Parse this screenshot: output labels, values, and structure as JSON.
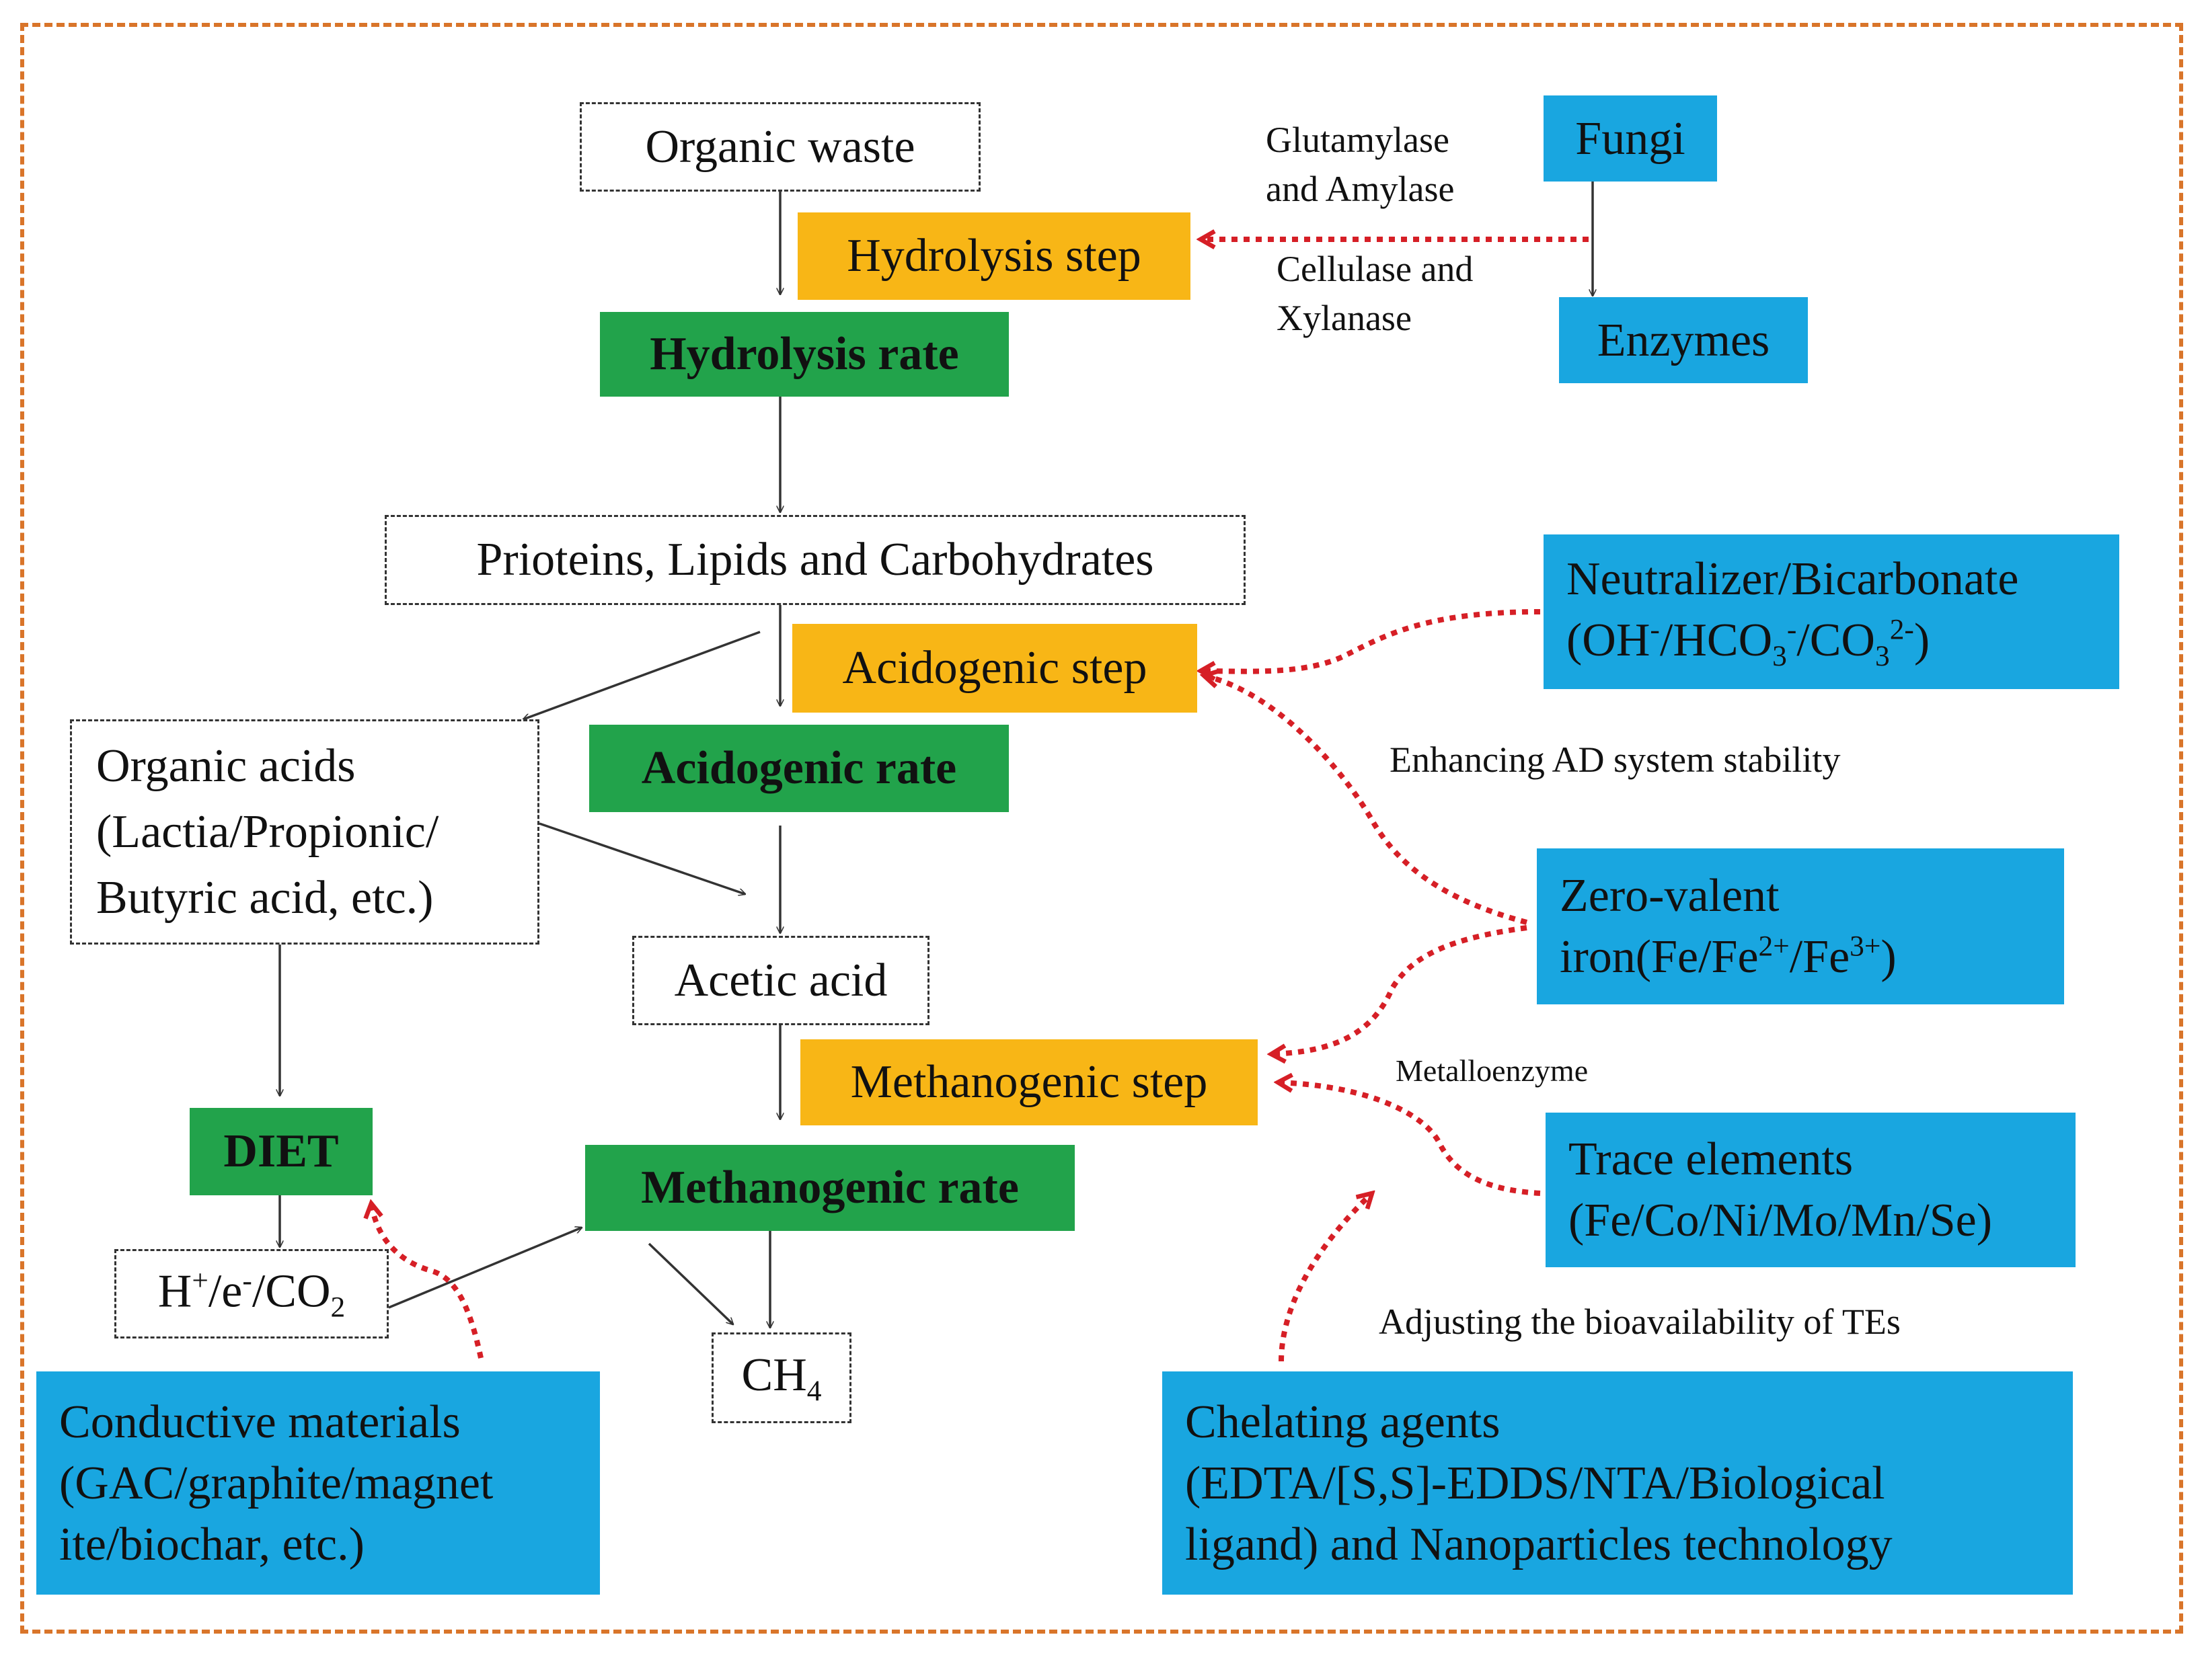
{
  "nodes": {
    "organic_waste": "Organic waste",
    "hydrolysis_step": "Hydrolysis step",
    "hydrolysis_rate": "Hydrolysis rate",
    "fungi": "Fungi",
    "enzymes": "Enzymes",
    "proteins": "Prioteins, Lipids and Carbohydrates",
    "acidogenic_step": "Acidogenic step",
    "acidogenic_rate": "Acidogenic rate",
    "organic_acids": [
      "Organic acids",
      "(Lactia/Propionic/",
      "Butyric acid, etc.)"
    ],
    "acetic_acid": "Acetic acid",
    "methanogenic_step": "Methanogenic step",
    "methanogenic_rate": "Methanogenic rate",
    "diet": "DIET",
    "hydrogen": {
      "h": "H",
      "h_sup": "+",
      "e": "/e",
      "e_sup": "-",
      "co": "/CO",
      "co_sub": "2"
    },
    "methane": {
      "ch": "CH",
      "sub": "4"
    },
    "neutralizer": {
      "line1": "Neutralizer/Bicarbonate",
      "p1": "(OH",
      "s1": "-",
      "p2": "/HCO",
      "b2": "3",
      "s2": "-",
      "p3": "/CO",
      "b3": "3",
      "s3": "2-",
      "p4": ")"
    },
    "zero_valent": {
      "line1": "Zero-valent",
      "p1": "iron(Fe/Fe",
      "s1": "2+",
      "p2": "/Fe",
      "s2": "3+",
      "p3": ")"
    },
    "trace_elements": [
      "Trace elements",
      "(Fe/Co/Ni/Mo/Mn/Se)"
    ],
    "conductive": [
      "Conductive materials",
      "(GAC/graphite/magnet",
      "ite/biochar, etc.)"
    ],
    "chelating": [
      "Chelating agents",
      "(EDTA/[S,S]-EDDS/NTA/Biological",
      "ligand) and Nanoparticles technology"
    ]
  },
  "labels": {
    "glutamylase": [
      "Glutamylase",
      "and Amylase"
    ],
    "cellulase": [
      "Cellulase and",
      "Xylanase"
    ],
    "stability": "Enhancing AD system stability",
    "metalloenzyme": "Metalloenzyme",
    "bioavailability": "Adjusting the bioavailability of TEs"
  },
  "colors": {
    "frame": "#d9752a",
    "step": "#f8b616",
    "rate": "#22a34b",
    "blue": "#19a6e0",
    "red_arrow": "#d61f26",
    "black_arrow": "#333333"
  }
}
